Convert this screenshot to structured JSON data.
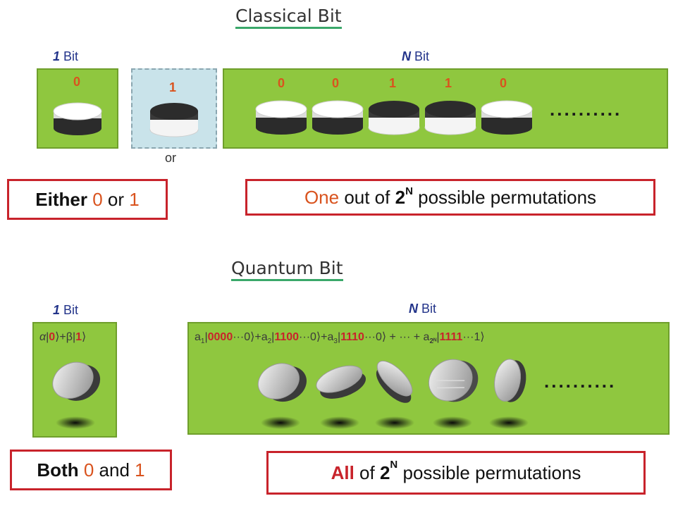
{
  "classical": {
    "title": "Classical Bit",
    "one_bit_label_n": "1",
    "one_bit_label_word": "Bit",
    "n_bit_label_n": "N",
    "n_bit_label_word": "Bit",
    "single_zero": "0",
    "single_one": "1",
    "or_label": "or",
    "n_digits": [
      "0",
      "0",
      "1",
      "1",
      "0"
    ],
    "dots": "..........",
    "caption_left": {
      "p1": "Either ",
      "p2": "0",
      "p3": " or ",
      "p4": "1"
    },
    "caption_right": {
      "p1": "One",
      "p2": " out of ",
      "p3": "2",
      "p4": "N",
      "p5": " possible permutations"
    }
  },
  "quantum": {
    "title": "Quantum Bit",
    "one_bit_label_n": "1",
    "one_bit_label_word": "Bit",
    "n_bit_label_n": "N",
    "n_bit_label_word": "Bit",
    "state_alpha": "α",
    "state_ket0_open": "|",
    "state_ket0": "0",
    "state_mid": "⟩+β|",
    "state_ket1": "1",
    "state_close": "⟩",
    "eq": {
      "t1": "a",
      "s1": "1",
      "t2": "|",
      "k1": "0000",
      "t3": "···0⟩+a",
      "s2": "2",
      "t4": "|",
      "k2": "1100",
      "t5": "···0⟩+a",
      "s3": "3",
      "t6": "|",
      "k3": "1110",
      "t7": "···0⟩ + ··· + a",
      "s4": "2ᴺ",
      "t8": "|",
      "k4": "1111",
      "t9": "···1⟩"
    },
    "dots": "..........",
    "caption_left": {
      "p1": "Both ",
      "p2": "0",
      "p3": " and ",
      "p4": "1"
    },
    "caption_right": {
      "p1": "All",
      "p2": " of ",
      "p3": "2",
      "p4": "N",
      "p5": " possible permutations"
    }
  }
}
